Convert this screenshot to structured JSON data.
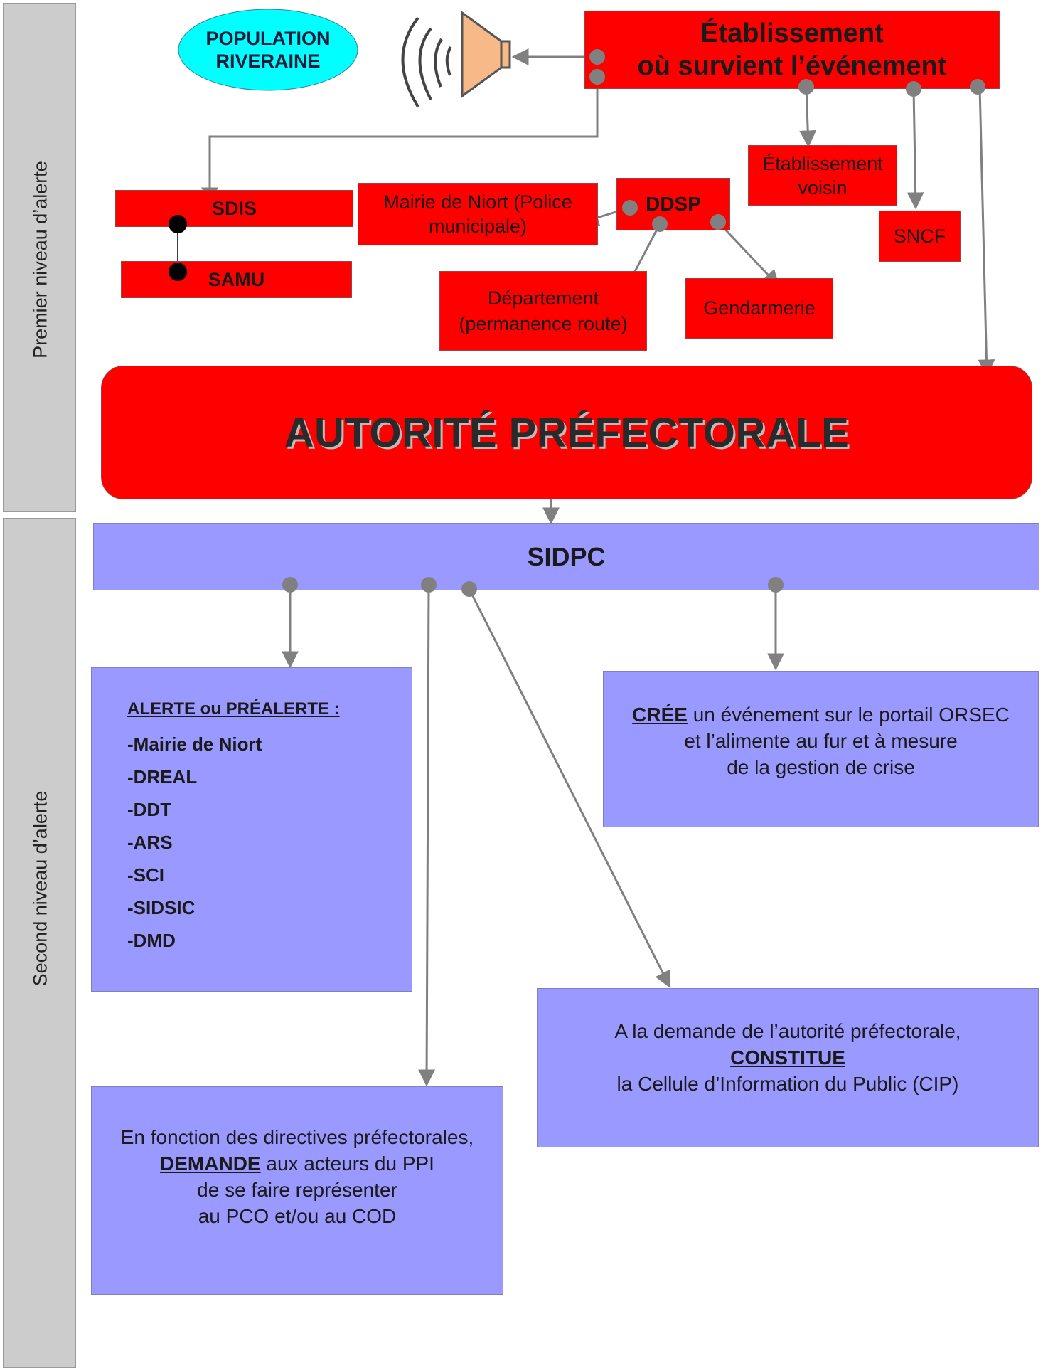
{
  "bands": {
    "first": "Premier niveau d’alerte",
    "second": "Second niveau d’alerte"
  },
  "population": [
    "POPULATION",
    "RIVERAINE"
  ],
  "etablissement": [
    "Établissement",
    "où survient l’événement"
  ],
  "sdis": "SDIS",
  "samu": "SAMU",
  "mairie": [
    "Mairie de Niort (Police",
    "municipale)"
  ],
  "ddsp": "DDSP",
  "etablissement_voisin": [
    "Établissement",
    "voisin"
  ],
  "sncf": "SNCF",
  "departement": [
    "Département",
    "(permanence route)"
  ],
  "gendarmerie": "Gendarmerie",
  "autorite": "AUTORITÉ PRÉFECTORALE",
  "sidpc": "SIDPC",
  "alerte": {
    "title": "ALERTE ou PRÉALERTE :",
    "items": [
      "-Mairie de Niort",
      "-DREAL",
      "-DDT",
      "-ARS",
      "-SCI",
      "-SIDSIC",
      "-DMD"
    ]
  },
  "cree": {
    "keyword": "CRÉE",
    "rest": " un événement sur le portail ORSEC",
    "line2": "et l’alimente au fur et à mesure",
    "line3": "de la gestion de crise"
  },
  "constitue": {
    "line1": "A la demande de l’autorité préfectorale,",
    "keyword": "CONSTITUE",
    "line3": "la Cellule d’Information du Public (CIP)"
  },
  "demande": {
    "line1": "En fonction des directives préfectorales,",
    "keyword": "DEMANDE",
    "rest": " aux acteurs du PPI",
    "line3": "de se faire représenter",
    "line4": "au PCO et/ou au COD"
  },
  "colors": {
    "red": "#ff0000",
    "blue": "#9999ff",
    "band": "#cccccc",
    "cyan": "#00ffff",
    "connector": "#808080"
  },
  "icons": [
    "speaker-icon",
    "sound-waves-icon"
  ]
}
